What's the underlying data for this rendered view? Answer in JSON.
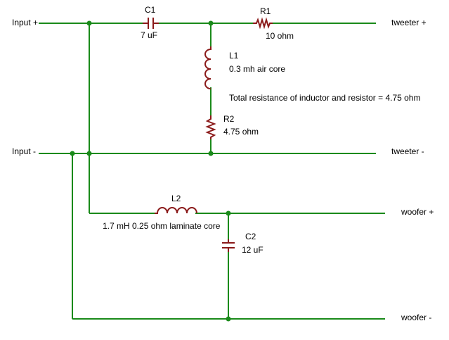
{
  "terminals": {
    "input_plus": "Input +",
    "input_minus": "Input -",
    "tweeter_plus": "tweeter +",
    "tweeter_minus": "tweeter -",
    "woofer_plus": "woofer +",
    "woofer_minus": "woofer -"
  },
  "components": {
    "c1": {
      "name": "C1",
      "value": "7 uF"
    },
    "r1": {
      "name": "R1",
      "value": "10 ohm"
    },
    "l1": {
      "name": "L1",
      "value": "0.3 mh air core"
    },
    "r2": {
      "name": "R2",
      "value": "4.75 ohm"
    },
    "l2": {
      "name": "L2",
      "value": "1.7 mH 0.25 ohm laminate core"
    },
    "c2": {
      "name": "C2",
      "value": "12 uF"
    }
  },
  "notes": {
    "total_resistance": "Total resistance of inductor and resistor = 4.75 ohm"
  },
  "colors": {
    "wire": "#1a8a1a",
    "component": "#8b1a1a"
  }
}
